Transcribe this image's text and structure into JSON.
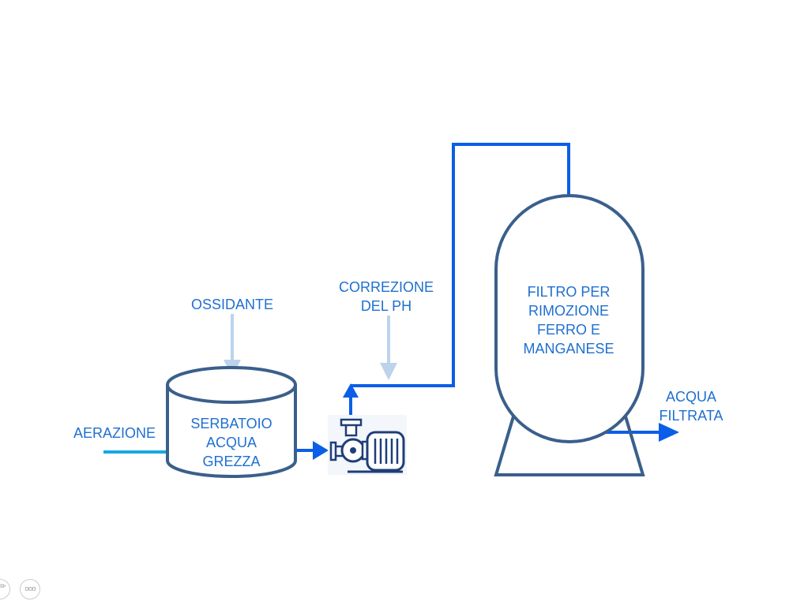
{
  "labels": {
    "ossidante": "OSSIDANTE",
    "aerazione": "AERAZIONE",
    "correzione_line1": "CORREZIONE",
    "correzione_line2": "DEL PH",
    "serbatoio_line1": "SERBATOIO",
    "serbatoio_line2": "ACQUA",
    "serbatoio_line3": "GREZZA",
    "filtro_line1": "FILTRO PER",
    "filtro_line2": "RIMOZIONE",
    "filtro_line3": "FERRO E",
    "filtro_line4": "MANGANESE",
    "acqua_line1": "ACQUA",
    "acqua_line2": "FILTRATA"
  },
  "controls": {
    "more_glyph": "ooo"
  },
  "colors": {
    "main_flow": "#0a5ee8",
    "light_flow": "#bcd3ec",
    "aeration_flow": "#17a7e3",
    "equipment_outline": "#3a5f8c",
    "label_text": "#1f6fd1"
  },
  "icons": {
    "pump": "centrifugal-pump-icon",
    "more": "more-options-icon",
    "pen": "pen-icon"
  }
}
